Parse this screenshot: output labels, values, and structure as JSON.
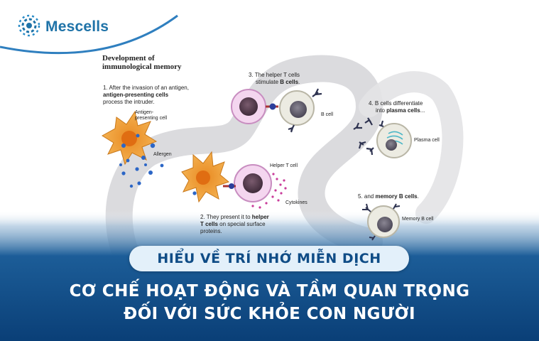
{
  "brand": {
    "name": "Mescells",
    "color": "#1f73a8"
  },
  "diagram": {
    "title_line1": "Development of",
    "title_line2": "immunological memory",
    "step1": {
      "l1": "1. After the invasion of an antigen,",
      "bold": "antigen-presenting cells",
      "l3": "process the intruder."
    },
    "step2": {
      "pre": "2. They present it to ",
      "bold1": "helper",
      "bold2": "T cells",
      "post": " on special surface",
      "l3": "proteins."
    },
    "step3": {
      "l1": "3. The helper T cells",
      "pre": "stimulate ",
      "bold": "B cells",
      "post": "."
    },
    "step4": {
      "l1": "4. B cells differentiate",
      "pre": "into ",
      "bold": "plasma cells",
      "post": "..."
    },
    "step5": {
      "pre": "5. and ",
      "bold": "memory B cells",
      "post": "."
    },
    "labels": {
      "apc": "Antigen-",
      "apc2": "presenting cell",
      "allergen": "Allergen",
      "helper_t": "Helper T cell",
      "cytokines": "Cytokines",
      "b_cell": "B cell",
      "plasma_cell": "Plasma cell",
      "memory_b_cell": "Memory B cell"
    }
  },
  "banner": {
    "pill": "HIỂU VỀ TRÍ NHỚ MIỄN DỊCH",
    "line1": "CƠ CHẾ HOẠT ĐỘNG VÀ TẦM QUAN TRỌNG",
    "line2": "ĐỐI VỚI SỨC KHỎE CON NGƯỜI",
    "bg_color": "#0b4f8c",
    "pill_color": "#e3f0fa"
  }
}
